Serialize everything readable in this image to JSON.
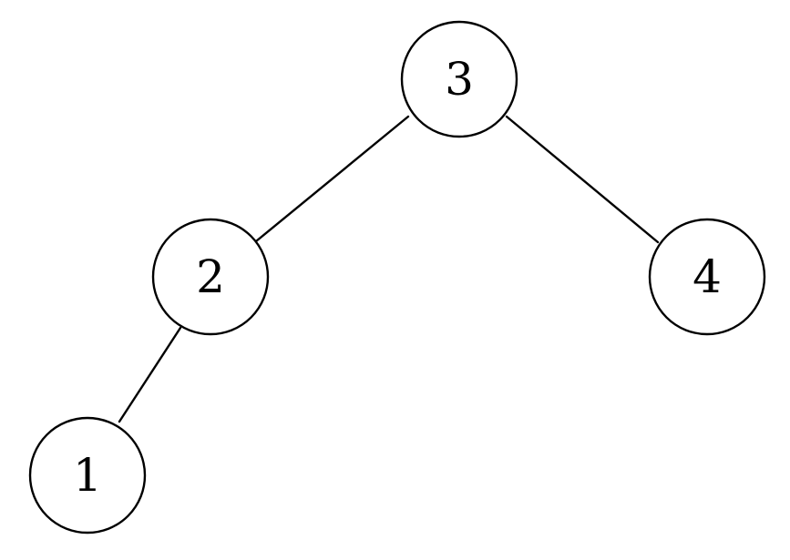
{
  "tree": {
    "nodes": [
      {
        "id": "n3",
        "label": "3"
      },
      {
        "id": "n2",
        "label": "2"
      },
      {
        "id": "n4",
        "label": "4"
      },
      {
        "id": "n1",
        "label": "1"
      }
    ],
    "edges": [
      {
        "from": "n3",
        "to": "n2"
      },
      {
        "from": "n3",
        "to": "n4"
      },
      {
        "from": "n2",
        "to": "n1"
      }
    ]
  }
}
